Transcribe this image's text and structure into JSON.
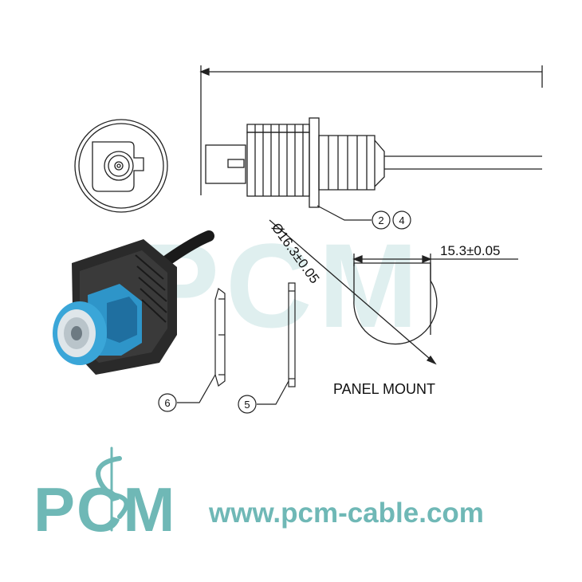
{
  "dimensions": {
    "diameter": "Ø16.3±0.05",
    "width": "15.3±0.05"
  },
  "callouts": {
    "c2": "2",
    "c4": "4",
    "c5": "5",
    "c6": "6"
  },
  "caption": "PANEL MOUNT",
  "watermark": "PCM",
  "brand": {
    "logo": "PCM",
    "url": "www.pcm-cable.com"
  },
  "colors": {
    "brand": "#6fb8b6",
    "connector": "#2e95c9",
    "line": "#222222"
  }
}
